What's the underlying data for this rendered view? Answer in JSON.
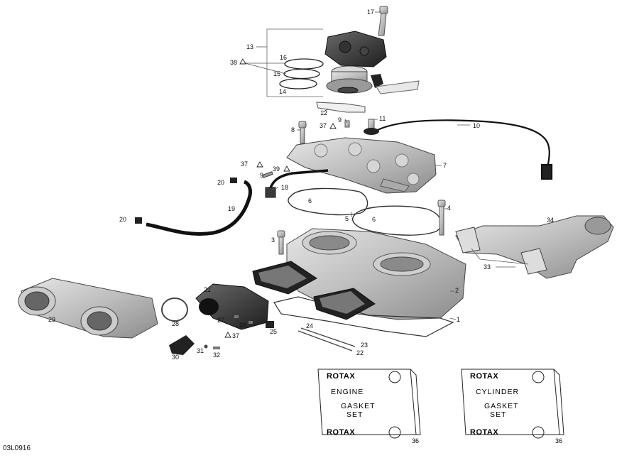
{
  "diagram": {
    "reference_code": "03L0916",
    "callouts": [
      {
        "id": "c17",
        "label": "17"
      },
      {
        "id": "c13",
        "label": "13"
      },
      {
        "id": "c16",
        "label": "16"
      },
      {
        "id": "c38",
        "label": "38"
      },
      {
        "id": "c15",
        "label": "15"
      },
      {
        "id": "c14",
        "label": "14"
      },
      {
        "id": "c12",
        "label": "12"
      },
      {
        "id": "c9a",
        "label": "9"
      },
      {
        "id": "c11",
        "label": "11"
      },
      {
        "id": "c37a",
        "label": "37"
      },
      {
        "id": "c8",
        "label": "8"
      },
      {
        "id": "c10",
        "label": "10"
      },
      {
        "id": "c37b",
        "label": "37"
      },
      {
        "id": "c39",
        "label": "39"
      },
      {
        "id": "c7",
        "label": "7"
      },
      {
        "id": "c9b",
        "label": "9"
      },
      {
        "id": "c20a",
        "label": "20"
      },
      {
        "id": "c18",
        "label": "18"
      },
      {
        "id": "c6a",
        "label": "6"
      },
      {
        "id": "c4",
        "label": "4"
      },
      {
        "id": "c19",
        "label": "19"
      },
      {
        "id": "c5",
        "label": "5"
      },
      {
        "id": "c6b",
        "label": "6"
      },
      {
        "id": "c34",
        "label": "34"
      },
      {
        "id": "c20b",
        "label": "20"
      },
      {
        "id": "c3",
        "label": "3"
      },
      {
        "id": "c33",
        "label": "33"
      },
      {
        "id": "c2",
        "label": "2"
      },
      {
        "id": "c21",
        "label": "21"
      },
      {
        "id": "c29",
        "label": "29"
      },
      {
        "id": "c1",
        "label": "1"
      },
      {
        "id": "c27",
        "label": "27"
      },
      {
        "id": "c26",
        "label": "26"
      },
      {
        "id": "c28",
        "label": "28"
      },
      {
        "id": "c37c",
        "label": "37"
      },
      {
        "id": "c25",
        "label": "25"
      },
      {
        "id": "c24",
        "label": "24"
      },
      {
        "id": "c23",
        "label": "23"
      },
      {
        "id": "c22",
        "label": "22"
      },
      {
        "id": "c31",
        "label": "31"
      },
      {
        "id": "c32",
        "label": "32"
      },
      {
        "id": "c30",
        "label": "30"
      }
    ],
    "kits": [
      {
        "brand": "ROTAX",
        "lines": [
          "ENGINE",
          "GASKET",
          "SET"
        ],
        "number": "36"
      },
      {
        "brand": "ROTAX",
        "lines": [
          "CYLINDER",
          "GASKET",
          "SET"
        ],
        "number": "36"
      }
    ]
  }
}
